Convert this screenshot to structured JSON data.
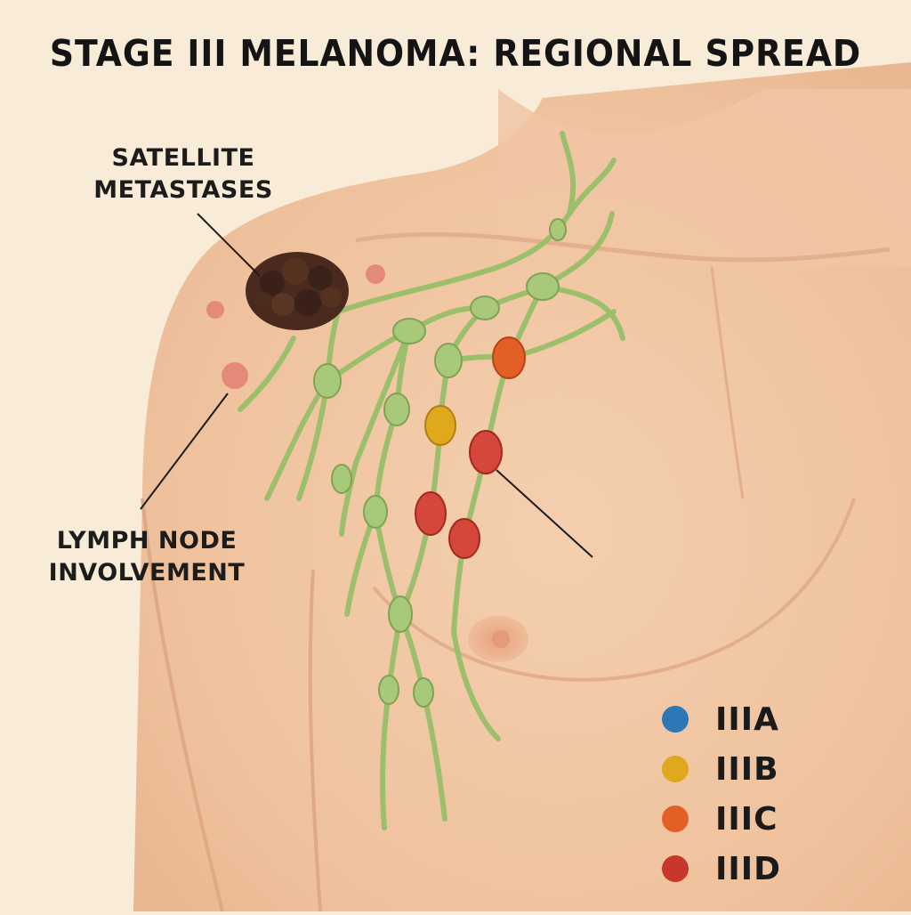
{
  "title": "STAGE III MELANOMA: REGIONAL SPREAD",
  "labels": {
    "satellite": [
      "SATELLITE",
      "METASTASES"
    ],
    "lymph": [
      "LYMPH NODE",
      "INVOLVEMENT"
    ]
  },
  "legend": [
    {
      "label": "IIIA",
      "color": "#2b77b8"
    },
    {
      "label": "IIIB",
      "color": "#e0a81c"
    },
    {
      "label": "IIIC",
      "color": "#e25f25"
    },
    {
      "label": "IIID",
      "color": "#c8372c"
    }
  ],
  "colors": {
    "skin": "#f1c7a5",
    "skin_shadow": "#e2ab87",
    "vessel": "#9cbf6c",
    "node_green": "#a9c97a",
    "tumor": "#4a2a1e",
    "satellite": "#e58a79"
  }
}
